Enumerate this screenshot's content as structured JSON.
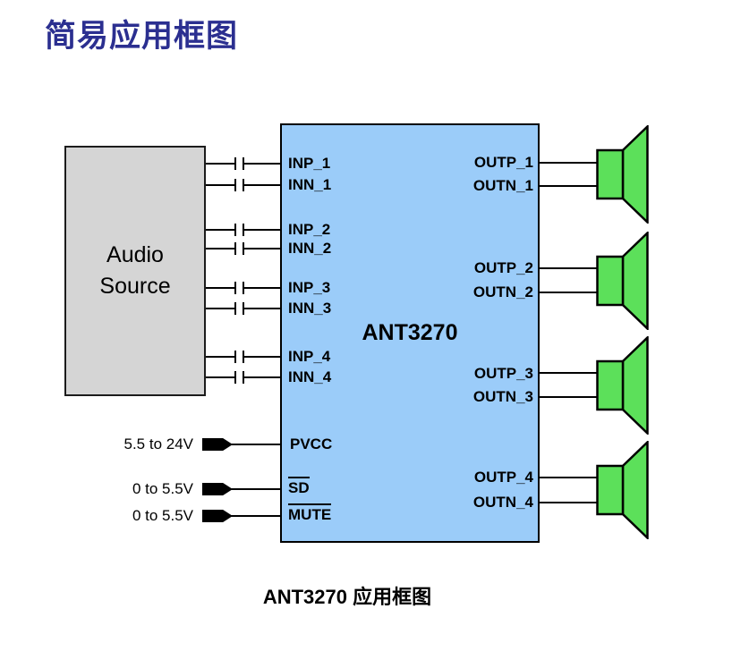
{
  "title": "简易应用框图",
  "caption": {
    "part_number": "ANT3270",
    "label": "应用框图"
  },
  "audio_source": {
    "line1": "Audio",
    "line2": "Source"
  },
  "chip": {
    "name": "ANT3270"
  },
  "pins": {
    "inputs": [
      "INP_1",
      "INN_1",
      "INP_2",
      "INN_2",
      "INP_3",
      "INN_3",
      "INP_4",
      "INN_4"
    ],
    "outputs": [
      "OUTP_1",
      "OUTN_1",
      "OUTP_2",
      "OUTN_2",
      "OUTP_3",
      "OUTN_3",
      "OUTP_4",
      "OUTN_4"
    ],
    "power": "PVCC",
    "shutdown": "SD",
    "mute": "MUTE"
  },
  "voltages": {
    "pvcc": "5.5 to 24V",
    "sd": "0 to 5.5V",
    "mute": "0 to 5.5V"
  },
  "colors": {
    "title_text": "#2b2f90",
    "chip_fill": "#9bccf9",
    "speaker_fill": "#5ce05a",
    "audio_source_fill": "#d5d5d5",
    "wire": "#000000"
  }
}
